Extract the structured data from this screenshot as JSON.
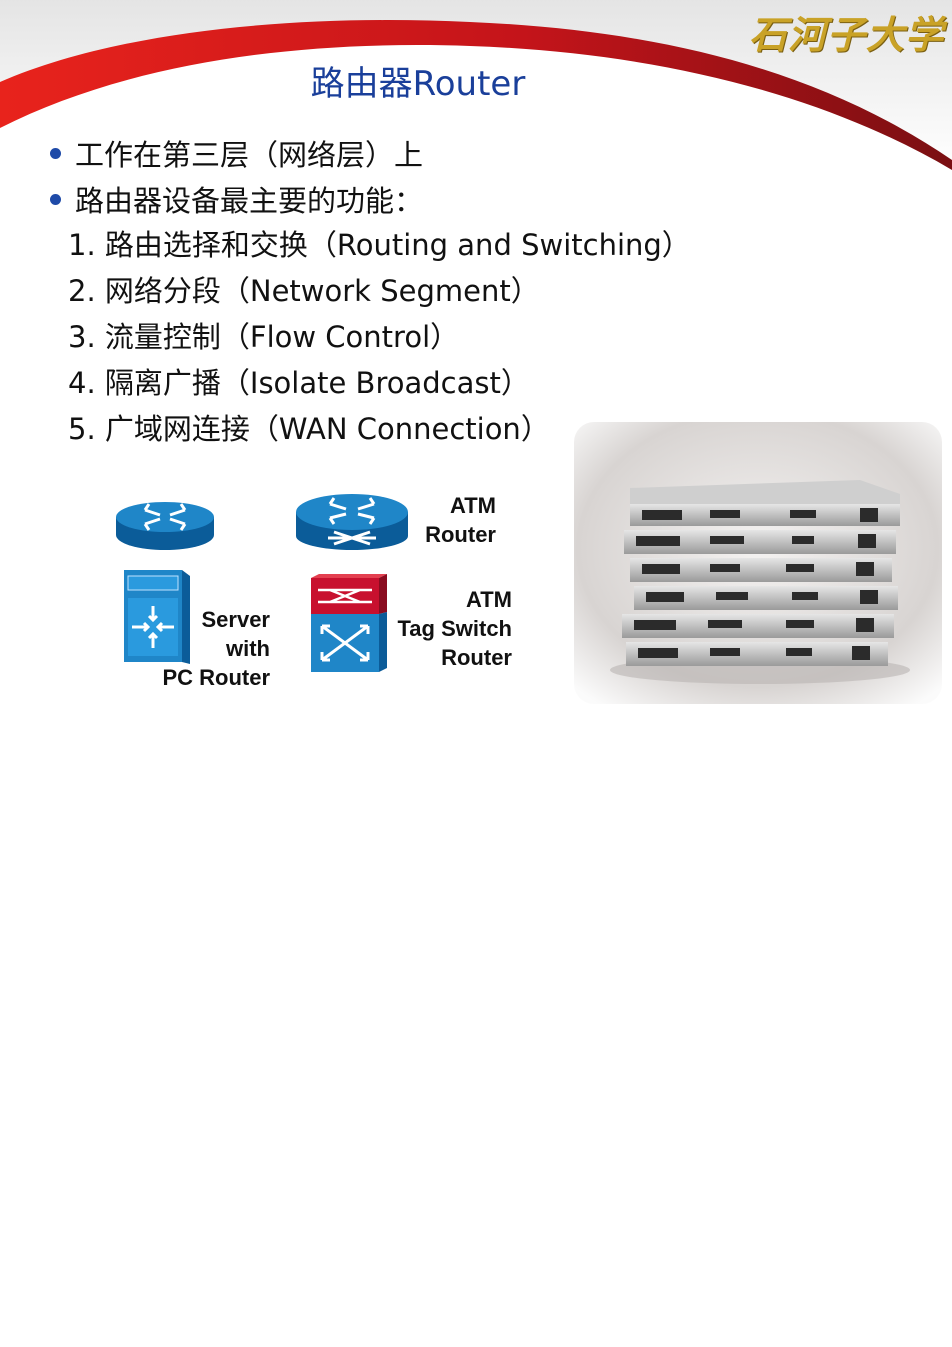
{
  "header": {
    "logo_text": "石河子大学",
    "title": "路由器Router",
    "accent_color": "#1a3f9a",
    "swoosh_color": "#d11a1a"
  },
  "bullets": [
    "工作在第三层（网络层）上",
    "路由器设备最主要的功能："
  ],
  "functions": [
    "1. 路由选择和交换（Routing and Switching）",
    "2. 网络分段（Network Segment）",
    "3. 流量控制（Flow Control）",
    "4. 隔离广播（Isolate Broadcast）",
    "5. 广域网连接（WAN Connection）"
  ],
  "icons": {
    "router": {
      "icon": "router-icon",
      "label": ""
    },
    "atm_router": {
      "icon": "atm-router-icon",
      "label_line1": "ATM",
      "label_line2": "Router"
    },
    "pc_router": {
      "icon": "server-pc-router-icon",
      "label_line1": "Server",
      "label_line2": "with",
      "label_line3": "PC Router"
    },
    "tag_switch": {
      "icon": "atm-tag-switch-router-icon",
      "label_line1": "ATM",
      "label_line2": "Tag Switch",
      "label_line3": "Router"
    }
  },
  "photo": {
    "subject": "stacked-router-chassis-photo"
  }
}
